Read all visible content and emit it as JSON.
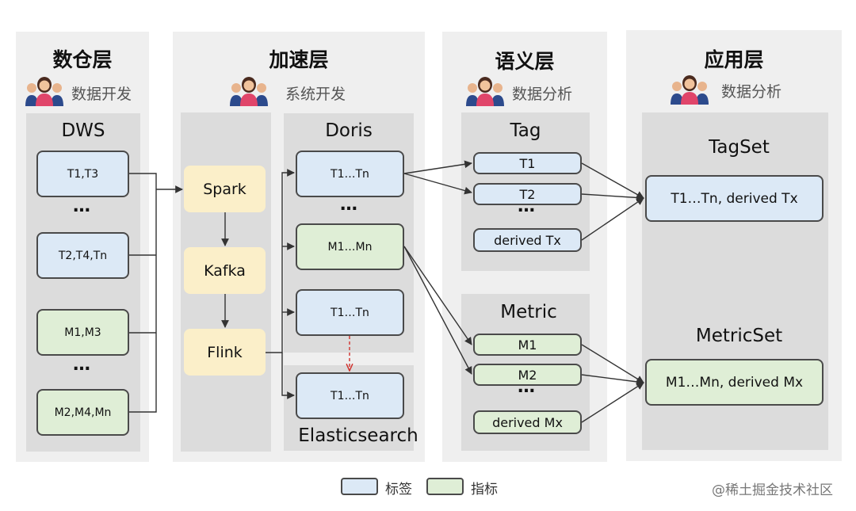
{
  "layers": {
    "dw": {
      "title": "数仓层",
      "role": "数据开发"
    },
    "accel": {
      "title": "加速层",
      "role": "系统开发"
    },
    "semantic": {
      "title": "语义层",
      "role": "数据分析"
    },
    "app": {
      "title": "应用层",
      "role": "数据分析"
    }
  },
  "dws": {
    "label": "DWS",
    "boxes": [
      "T1,T3",
      "T2,T4,Tn",
      "M1,M3",
      "M2,M4,Mn"
    ],
    "dots": "…"
  },
  "engines": [
    "Spark",
    "Kafka",
    "Flink"
  ],
  "doris": {
    "label": "Doris",
    "boxes": [
      "T1…Tn",
      "M1…Mn",
      "T1…Tn"
    ],
    "dots": "…"
  },
  "elasticsearch": {
    "label": "Elasticsearch",
    "box": "T1…Tn"
  },
  "tag": {
    "label": "Tag",
    "boxes": [
      "T1",
      "T2",
      "derived Tx"
    ],
    "dots": "…"
  },
  "metric": {
    "label": "Metric",
    "boxes": [
      "M1",
      "M2",
      "derived Mx"
    ],
    "dots": "…"
  },
  "tagset": {
    "label": "TagSet",
    "box": "T1…Tn, derived Tx"
  },
  "metricset": {
    "label": "MetricSet",
    "box": "M1…Mn, derived Mx"
  },
  "legend": {
    "tag": "标签",
    "metric": "指标"
  },
  "watermark": "@稀土掘金技术社区",
  "colors": {
    "tag_fill": "#dce9f6",
    "metric_fill": "#dfeed6",
    "engine_fill": "#fbefc9",
    "layer_bg": "#efefef",
    "inner_bg": "#dcdcdc",
    "dashed_arrow": "#d0312d"
  }
}
